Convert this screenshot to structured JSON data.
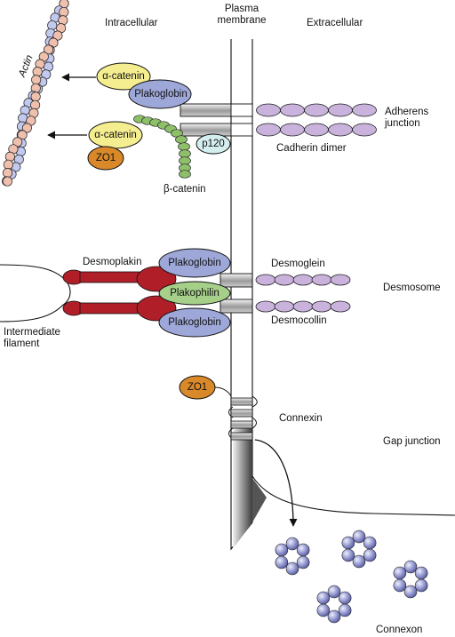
{
  "headers": {
    "intracellular": "Intracellular",
    "plasma_membrane_line1": "Plasma",
    "plasma_membrane_line2": "membrane",
    "extracellular": "Extracellular"
  },
  "adherens": {
    "actin": "Actin",
    "alpha_catenin": "α-catenin",
    "plakoglobin": "Plakoglobin",
    "zo1": "ZO1",
    "p120": "p120",
    "beta_catenin": "β-catenin",
    "cadherin_dimer": "Cadherin dimer",
    "junction_line1": "Adherens",
    "junction_line2": "junction"
  },
  "desmosome": {
    "desmoplakin": "Desmoplakin",
    "plakoglobin": "Plakoglobin",
    "plakophilin": "Plakophilin",
    "desmoglein": "Desmoglein",
    "desmocollin": "Desmocollin",
    "junction": "Desmosome",
    "filament_line1": "Intermediate",
    "filament_line2": "filament"
  },
  "gap": {
    "zo1": "ZO1",
    "connexin": "Connexin",
    "junction": "Gap junction",
    "connexon": "Connexon"
  },
  "colors": {
    "alpha_catenin": "#f5ee90",
    "plakoglobin": "#9ea8d8",
    "zo1": "#d9892a",
    "p120": "#d4eef0",
    "beta_catenin": "#8ec06a",
    "plakophilin": "#a6d08a",
    "desmoplakin": "#b01e28",
    "cadherin": "#c9b2dc",
    "connexon": "#7074b8",
    "actin_blue": "#c2c9ee",
    "actin_pink": "#efc0ae"
  }
}
